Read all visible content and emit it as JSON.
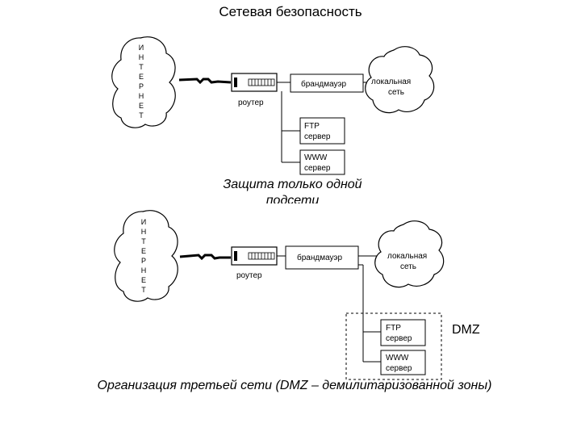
{
  "title": "Сетевая безопасность",
  "diagram1": {
    "internet_letters": [
      "И",
      "Н",
      "Т",
      "Е",
      "Р",
      "Н",
      "Е",
      "Т"
    ],
    "router_label": "роутер",
    "firewall_label": "брандмауэр",
    "lan_line1": "локальная",
    "lan_line2": "сеть",
    "ftp_line1": "FTP",
    "ftp_line2": "сервер",
    "www_line1": "WWW",
    "www_line2": "сервер",
    "caption": "Защита только одной подсети"
  },
  "diagram2": {
    "internet_letters": [
      "И",
      "Н",
      "Т",
      "Е",
      "Р",
      "Н",
      "Е",
      "Т"
    ],
    "router_label": "роутер",
    "firewall_label": "брандмауэр",
    "lan_line1": "локальная",
    "lan_line2": "сеть",
    "ftp_line1": "FTP",
    "ftp_line2": "сервер",
    "www_line1": "WWW",
    "www_line2": "сервер",
    "dmz_label": "DMZ",
    "caption": "Организация третьей сети (DMZ – демилитаризованной зоны)"
  }
}
